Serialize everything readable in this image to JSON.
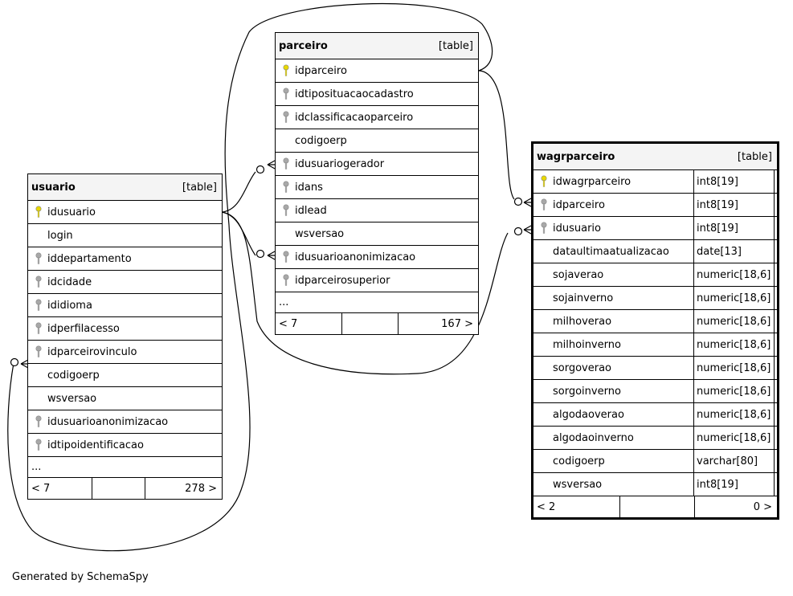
{
  "credit": "Generated by SchemaSpy",
  "tables": {
    "usuario": {
      "name": "usuario",
      "kind": "[table]",
      "columns": [
        {
          "name": "idusuario",
          "key": "primary"
        },
        {
          "name": "login",
          "key": "none"
        },
        {
          "name": "iddepartamento",
          "key": "foreign"
        },
        {
          "name": "idcidade",
          "key": "foreign"
        },
        {
          "name": "ididioma",
          "key": "foreign"
        },
        {
          "name": "idperfilacesso",
          "key": "foreign"
        },
        {
          "name": "idparceirovinculo",
          "key": "foreign"
        },
        {
          "name": "codigoerp",
          "key": "none"
        },
        {
          "name": "wsversao",
          "key": "none"
        },
        {
          "name": "idusuarioanonimizacao",
          "key": "foreign"
        },
        {
          "name": "idtipoidentificacao",
          "key": "foreign"
        }
      ],
      "ellipsis": "...",
      "footer": {
        "left": "< 7",
        "middle": "",
        "right": "278 >"
      }
    },
    "parceiro": {
      "name": "parceiro",
      "kind": "[table]",
      "columns": [
        {
          "name": "idparceiro",
          "key": "primary"
        },
        {
          "name": "idtiposituacaocadastro",
          "key": "foreign"
        },
        {
          "name": "idclassificacaoparceiro",
          "key": "foreign"
        },
        {
          "name": "codigoerp",
          "key": "none"
        },
        {
          "name": "idusuariogerador",
          "key": "foreign"
        },
        {
          "name": "idans",
          "key": "foreign"
        },
        {
          "name": "idlead",
          "key": "foreign"
        },
        {
          "name": "wsversao",
          "key": "none"
        },
        {
          "name": "idusuarioanonimizacao",
          "key": "foreign"
        },
        {
          "name": "idparceirosuperior",
          "key": "foreign"
        }
      ],
      "ellipsis": "...",
      "footer": {
        "left": "< 7",
        "middle": "",
        "right": "167 >"
      }
    },
    "wagrparceiro": {
      "name": "wagrparceiro",
      "kind": "[table]",
      "columns": [
        {
          "name": "idwagrparceiro",
          "type": "int8[19]",
          "key": "primary"
        },
        {
          "name": "idparceiro",
          "type": "int8[19]",
          "key": "foreign"
        },
        {
          "name": "idusuario",
          "type": "int8[19]",
          "key": "foreign"
        },
        {
          "name": "dataultimaatualizacao",
          "type": "date[13]",
          "key": "none"
        },
        {
          "name": "sojaverao",
          "type": "numeric[18,6]",
          "key": "none"
        },
        {
          "name": "sojainverno",
          "type": "numeric[18,6]",
          "key": "none"
        },
        {
          "name": "milhoverao",
          "type": "numeric[18,6]",
          "key": "none"
        },
        {
          "name": "milhoinverno",
          "type": "numeric[18,6]",
          "key": "none"
        },
        {
          "name": "sorgoverao",
          "type": "numeric[18,6]",
          "key": "none"
        },
        {
          "name": "sorgoinverno",
          "type": "numeric[18,6]",
          "key": "none"
        },
        {
          "name": "algodaoverao",
          "type": "numeric[18,6]",
          "key": "none"
        },
        {
          "name": "algodaoinverno",
          "type": "numeric[18,6]",
          "key": "none"
        },
        {
          "name": "codigoerp",
          "type": "varchar[80]",
          "key": "none"
        },
        {
          "name": "wsversao",
          "type": "int8[19]",
          "key": "none"
        }
      ],
      "footer": {
        "left": "< 2",
        "middle": "",
        "right": "0 >"
      }
    }
  },
  "relationships": [
    {
      "from": "usuario.idusuario",
      "to": "parceiro.idusuariogerador"
    },
    {
      "from": "usuario.idusuario",
      "to": "parceiro.idusuarioanonimizacao"
    },
    {
      "from": "usuario.idusuario",
      "to": "wagrparceiro.idusuario"
    },
    {
      "from": "parceiro.idparceiro",
      "to": "usuario.idparceirovinculo"
    },
    {
      "from": "parceiro.idparceiro",
      "to": "wagrparceiro.idparceiro"
    }
  ],
  "colors": {
    "primary_key": "#e8d800",
    "foreign_key": "#a8a8a8",
    "header_bg": "#f4f4f4"
  }
}
